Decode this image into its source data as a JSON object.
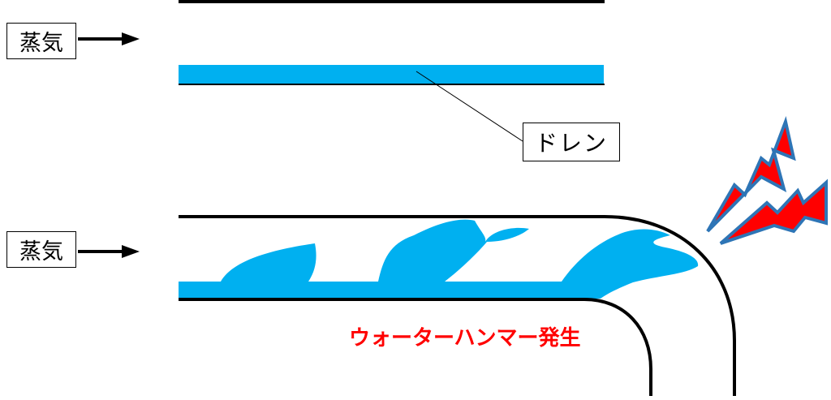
{
  "labels": {
    "steam_top": "蒸気",
    "steam_bottom": "蒸気",
    "drain": "ドレン",
    "water_hammer": "ウォーターハンマー発生"
  },
  "colors": {
    "water": "#00b0f0",
    "pipe": "#000000",
    "alert_fill": "#ff0000",
    "alert_outline": "#2e75b6",
    "caption": "#ff0000"
  }
}
